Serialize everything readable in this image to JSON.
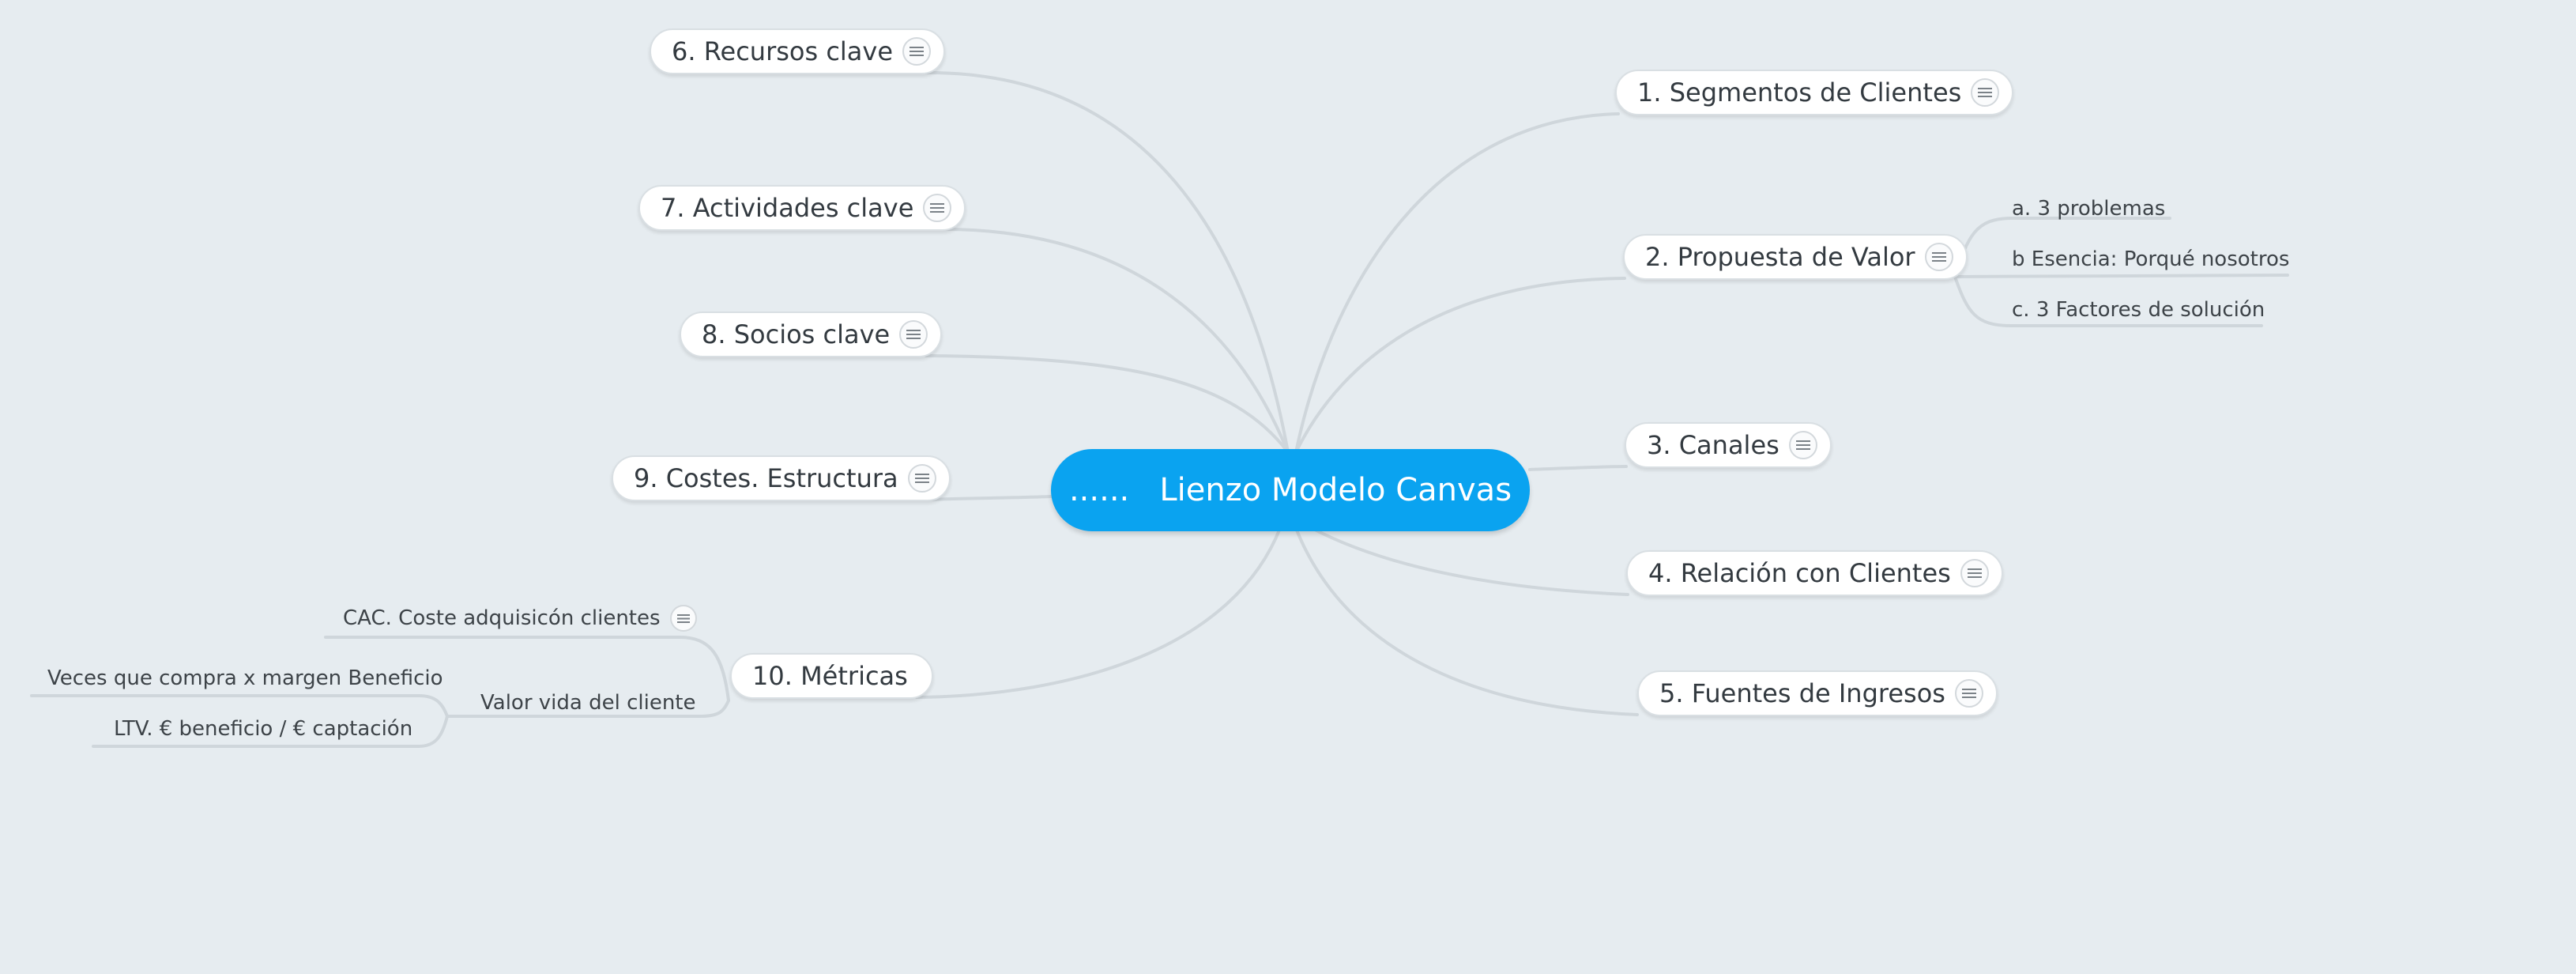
{
  "central": {
    "label": "......   Lienzo Modelo Canvas"
  },
  "right_branches": {
    "segmentos": "1. Segmentos de Clientes",
    "propuesta": "2. Propuesta de Valor",
    "canales": "3. Canales",
    "relacion": "4. Relación con Clientes",
    "fuentes": "5. Fuentes de Ingresos"
  },
  "propuesta_children": {
    "a": "a. 3 problemas",
    "b": "b Esencia: Porqué nosotros",
    "c": "c. 3 Factores de solución"
  },
  "left_branches": {
    "recursos": "6. Recursos clave",
    "actividades": "7. Actividades clave",
    "socios": "8. Socios clave",
    "costes": "9. Costes. Estructura",
    "metricas": "10. Métricas"
  },
  "metricas_children": {
    "cac": "CAC. Coste adquisicón clientes",
    "valor_vida": "Valor vida del cliente"
  },
  "valor_vida_children": {
    "veces": "Veces que compra x margen Beneficio",
    "ltv": "LTV. € beneficio / € captación"
  },
  "colors": {
    "background": "#e6ecf0",
    "central": "#0aa3f0",
    "connector": "#cfd6db",
    "node_border": "#d9dfe3"
  },
  "icons": {
    "note": "note-lines-icon"
  }
}
